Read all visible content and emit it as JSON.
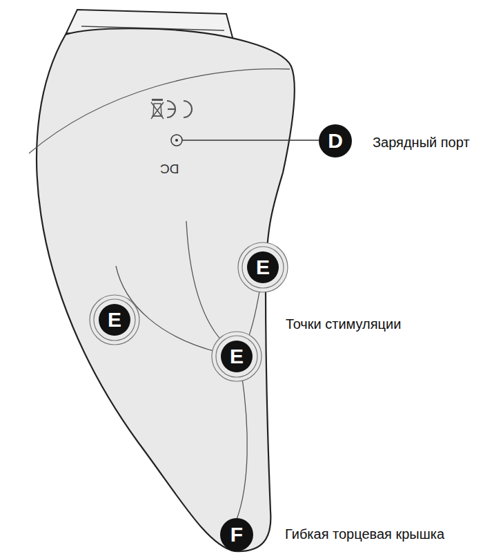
{
  "diagram": {
    "nodes": [
      {
        "text": [
          "D"
        ]
      },
      {
        "text": [
          "E"
        ]
      },
      {
        "text": [
          "E"
        ]
      },
      {
        "text": [
          "E"
        ]
      },
      {
        "text": [
          "F"
        ]
      }
    ],
    "labels": [
      "Зарядный порт",
      "Точки стимуляции",
      "Гибкая торцевая крышка",
      "DC"
    ]
  }
}
